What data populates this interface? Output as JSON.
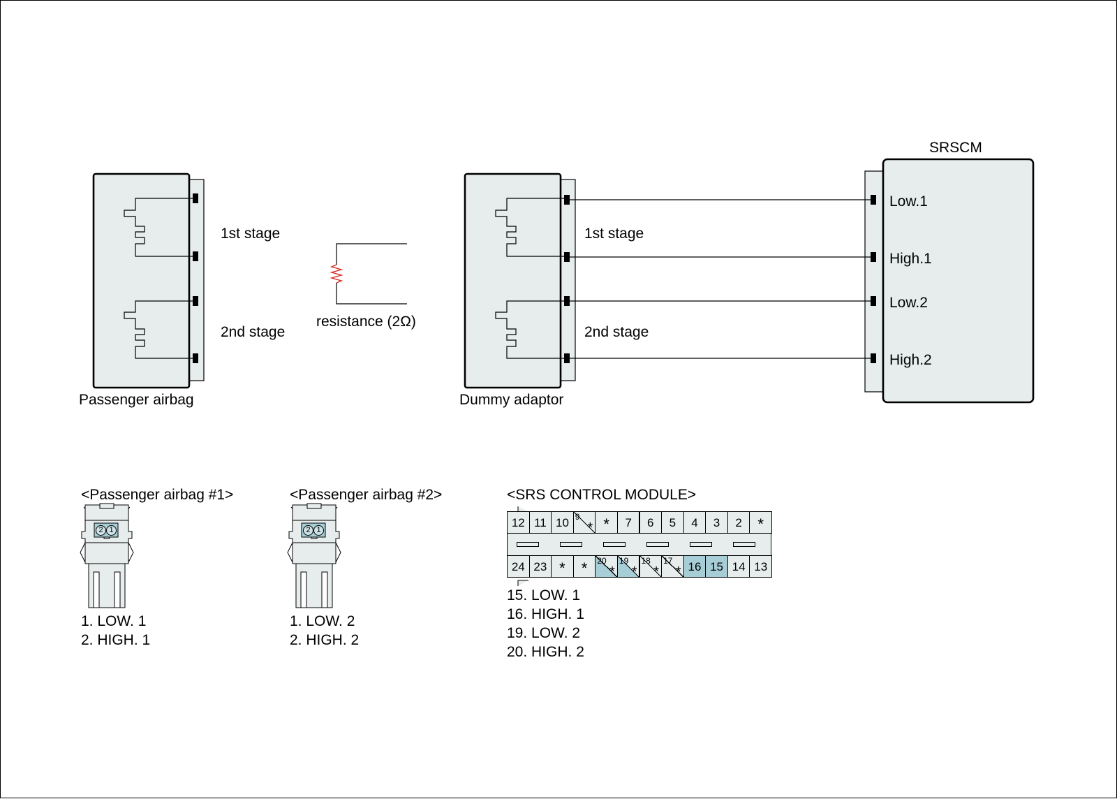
{
  "components": {
    "passenger_airbag": {
      "label": "Passenger airbag",
      "stage1_label": "1st stage",
      "stage2_label": "2nd stage"
    },
    "resistance": {
      "label": "resistance (2Ω)"
    },
    "dummy_adaptor": {
      "label": "Dummy adaptor",
      "stage1_label": "1st stage",
      "stage2_label": "2nd stage"
    },
    "srscm": {
      "title": "SRSCM",
      "terminals": [
        "Low.1",
        "High.1",
        "Low.2",
        "High.2"
      ]
    }
  },
  "connectors": {
    "airbag1": {
      "title": "<Passenger airbag #1>",
      "pins": [
        "1. LOW. 1",
        "2. HIGH. 1"
      ]
    },
    "airbag2": {
      "title": "<Passenger airbag #2>",
      "pins": [
        "1. LOW. 2",
        "2. HIGH. 2"
      ]
    },
    "srs_module": {
      "title": "<SRS CONTROL MODULE>",
      "top_row": [
        "12",
        "11",
        "10",
        "9/*",
        "*",
        "7",
        "6",
        "5",
        "4",
        "3",
        "2",
        "*"
      ],
      "bottom_row": [
        "24",
        "23",
        "*",
        "*",
        "20/*",
        "19/*",
        "18/*",
        "17/*",
        "16",
        "15",
        "14",
        "13"
      ],
      "highlighted_pins": [
        "15",
        "16",
        "19",
        "20"
      ],
      "pins": [
        "15. LOW. 1",
        "16. HIGH. 1",
        "19. LOW. 2",
        "20. HIGH. 2"
      ]
    },
    "pin_markers": [
      "2",
      "1"
    ]
  },
  "colors": {
    "component_fill": "#e7eded",
    "highlight": "#a7cdd6",
    "resistor": "#d9261c",
    "line": "#000000"
  }
}
